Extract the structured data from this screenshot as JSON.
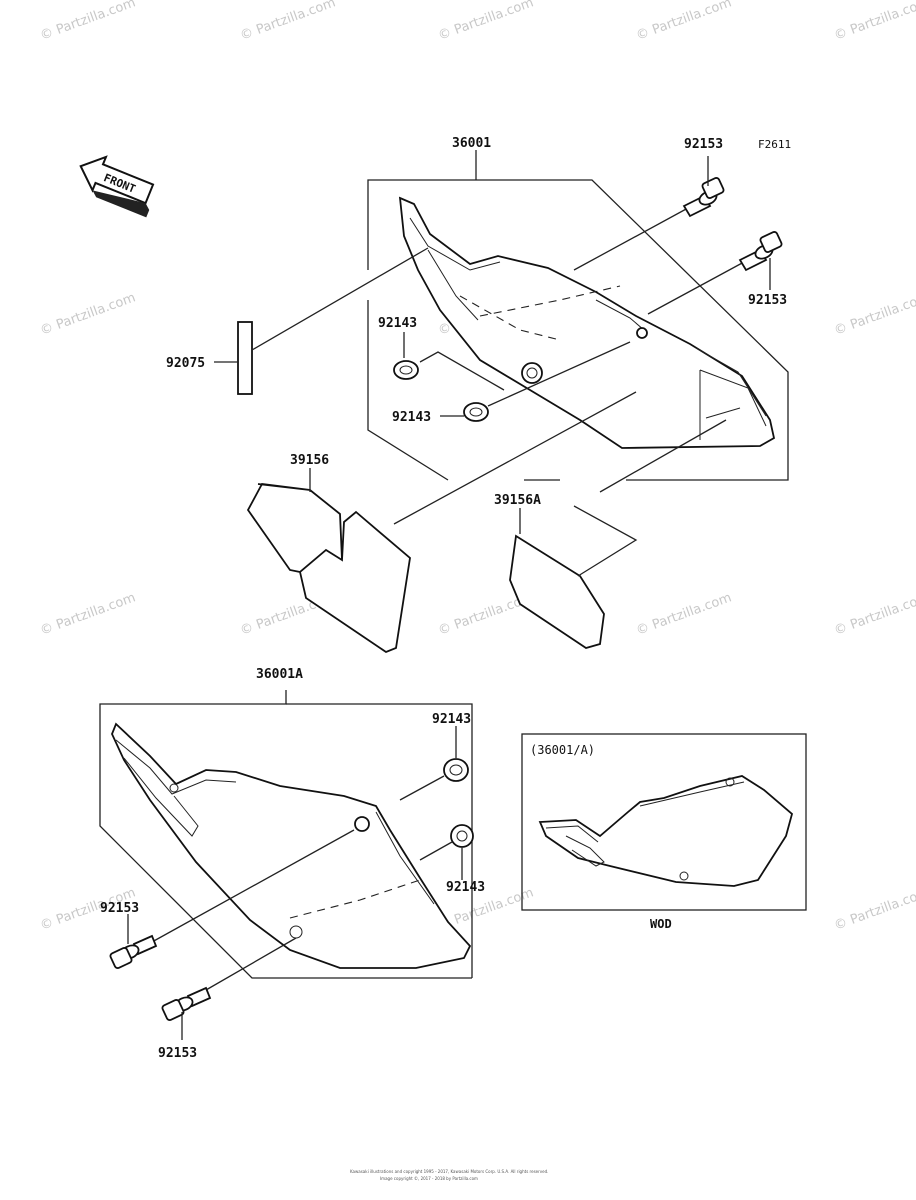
{
  "diagram": {
    "figure_code": "F2611",
    "front_label": "FRONT",
    "variant_label": "(36001/A)",
    "variant_caption": "WOD",
    "parts": {
      "p36001": "36001",
      "p36001A": "36001A",
      "p92153_a": "92153",
      "p92153_b": "92153",
      "p92153_c": "92153",
      "p92153_d": "92153",
      "p92143_a": "92143",
      "p92143_b": "92143",
      "p92143_c": "92143",
      "p92143_d": "92143",
      "p92075": "92075",
      "p39156": "39156",
      "p39156A": "39156A"
    },
    "watermark": "© Partzilla.com",
    "footer": [
      "Kawasaki illustrations and copyright 1995 - 2017, Kawasaki Motors Corp. U.S.A. All rights reserved.",
      "Image copyright ©, 2017 - 2018 by Partzilla.com"
    ]
  }
}
